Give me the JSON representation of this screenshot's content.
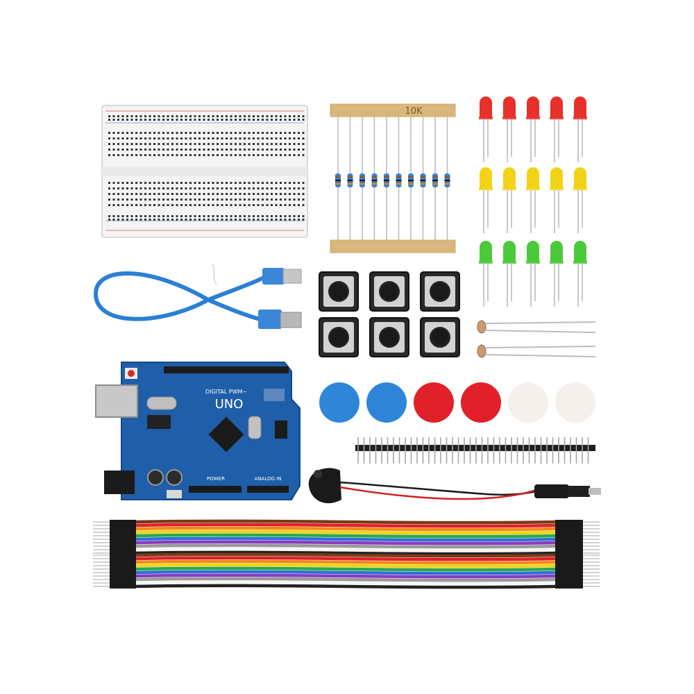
{
  "resistor_tape_label": "10K",
  "board": {
    "model": "UNO",
    "header_digital": "DIGITAL PWM~",
    "header_analog": "ANALOG IN",
    "header_power": "POWER",
    "color": "#1f5ea8"
  },
  "leds": {
    "rows": [
      {
        "color": "red",
        "hex": "#e8302a",
        "count": 5
      },
      {
        "color": "yellow",
        "hex": "#f2d318",
        "count": 5
      },
      {
        "color": "green",
        "hex": "#4cc93a",
        "count": 5
      }
    ]
  },
  "button_caps": [
    {
      "color": "blue",
      "hex": "#2f86d8"
    },
    {
      "color": "blue",
      "hex": "#2f86d8"
    },
    {
      "color": "red",
      "hex": "#e0202a"
    },
    {
      "color": "red",
      "hex": "#e0202a"
    },
    {
      "color": "white",
      "hex": "#f4f1ec"
    },
    {
      "color": "white",
      "hex": "#f4f1ec"
    }
  ],
  "jumper_colors": [
    "#7a3b16",
    "#e0202a",
    "#f08a1c",
    "#f2d318",
    "#2aa84a",
    "#2f6fd8",
    "#8a3ac0",
    "#9a9a9a",
    "#f6f6f6",
    "#222222"
  ],
  "counts": {
    "resistors": 10,
    "tactile_switches": 6,
    "photoresistors": 2,
    "header_pins": 40,
    "jumper_wires": 20
  }
}
